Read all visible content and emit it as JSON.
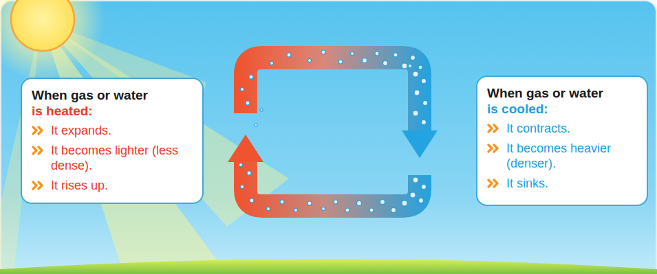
{
  "diagram": {
    "nodes": [
      {
        "text": [
          "When gas or water",
          "is heated:",
          "It expands.",
          "It becomes lighter (less dense).",
          "It rises up."
        ]
      },
      {
        "text": [
          "When gas or water",
          "is cooled:",
          "It contracts.",
          "It becomes heavier (denser).",
          "It sinks."
        ]
      }
    ]
  }
}
